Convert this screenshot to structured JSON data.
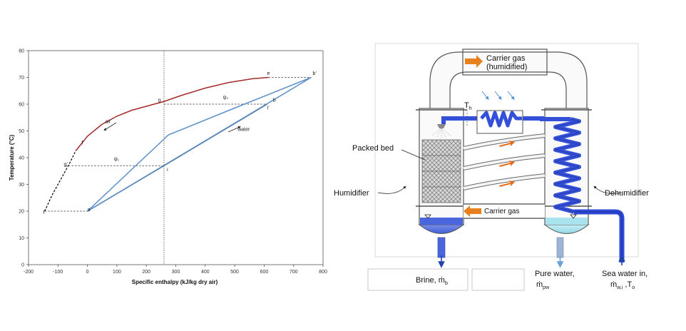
{
  "chart_data": {
    "type": "line",
    "xlabel": "Specific enthalpy (kJ/kg dry air)",
    "ylabel": "Temperature (°C)",
    "xlim": [
      -200,
      800
    ],
    "ylim": [
      0,
      80
    ],
    "xticks": [
      "-200",
      "-100",
      "0",
      "100",
      "200",
      "300",
      "400",
      "500",
      "600",
      "700",
      "800"
    ],
    "yticks": [
      "0",
      "10",
      "20",
      "30",
      "40",
      "50",
      "60",
      "70",
      "80"
    ],
    "grid": false,
    "series": [
      {
        "color": "#a52a2a",
        "style": "solid",
        "x": [
          -40,
          0,
          50,
          100,
          150,
          200,
          260,
          320,
          400,
          480,
          560,
          615
        ],
        "y": [
          42.5,
          48,
          52.5,
          55.5,
          57.7,
          59.2,
          61,
          63.3,
          66,
          68.1,
          69.5,
          70
        ]
      },
      {
        "color": "#000000",
        "style": "dashed",
        "x": [
          -145,
          -120,
          -90,
          -60,
          -40
        ],
        "y": [
          20,
          26,
          32,
          38,
          42.5
        ]
      },
      {
        "color": "#2f4f6f",
        "style": "solid",
        "x": [
          0,
          260,
          610
        ],
        "y": [
          20,
          37,
          60
        ]
      },
      {
        "color": "#5b8fc7",
        "style": "solid",
        "x": [
          0,
          275,
          510,
          760
        ],
        "y": [
          20,
          48.5,
          59,
          70
        ]
      },
      {
        "color": "#5b8fc7",
        "style": "solid",
        "x": [
          0,
          760
        ],
        "y": [
          20,
          70
        ]
      }
    ],
    "reference_lines": [
      {
        "orientation": "vertical",
        "x": 260,
        "style": "dotted"
      },
      {
        "orientation": "horizontal",
        "y": 20,
        "x_from": -145,
        "x_to": 0,
        "style": "dashed"
      },
      {
        "orientation": "horizontal",
        "y": 37,
        "x_from": -75,
        "x_to": 260,
        "style": "dashed"
      },
      {
        "orientation": "horizontal",
        "y": 60,
        "x_from": 260,
        "x_to": 610,
        "style": "dashed"
      },
      {
        "orientation": "horizontal",
        "y": 70,
        "x_from": 615,
        "x_to": 760,
        "style": "dashed"
      }
    ],
    "points": [
      {
        "label": "a",
        "x": 0,
        "y": 20
      },
      {
        "label": "f",
        "x": -20,
        "y": 45
      },
      {
        "label": "g",
        "x": 240,
        "y": 61
      },
      {
        "label": "e",
        "x": 610,
        "y": 71
      },
      {
        "label": "b'",
        "x": 765,
        "y": 71
      },
      {
        "label": "b",
        "x": 630,
        "y": 61
      },
      {
        "label": "i'",
        "x": 610,
        "y": 58
      },
      {
        "label": "i",
        "x": 270,
        "y": 35
      },
      {
        "label": "g'",
        "x": -80,
        "y": 37
      },
      {
        "label": "f'",
        "x": -150,
        "y": 19
      }
    ],
    "annotations": [
      {
        "text": "air",
        "x": 60,
        "y": 53
      },
      {
        "text": "water",
        "x": 510,
        "y": 50
      },
      {
        "text": "ψ₁",
        "x": 90,
        "y": 39
      },
      {
        "text": "ψ₂",
        "x": 460,
        "y": 62
      }
    ]
  },
  "diagram": {
    "carrier_gas_humidified": "Carrier gas\n(humidified)",
    "th_label": "T",
    "th_sub": "h",
    "packed_bed": "Packed bed",
    "humidifier": "Humidifier",
    "dehumidifier": "Dehumidifier",
    "carrier_gas": "Carrier gas",
    "brine": "Brine, ṁ",
    "brine_sub": "b",
    "pure_water": "Pure water,",
    "pure_water_sym": "ṁ",
    "pure_water_sub": "pw",
    "sea_water": "Sea water in,",
    "sea_water_sym": "ṁ",
    "sea_water_sub": "w,i",
    "sea_water_t": " ,T",
    "sea_water_t_sub": "o"
  }
}
